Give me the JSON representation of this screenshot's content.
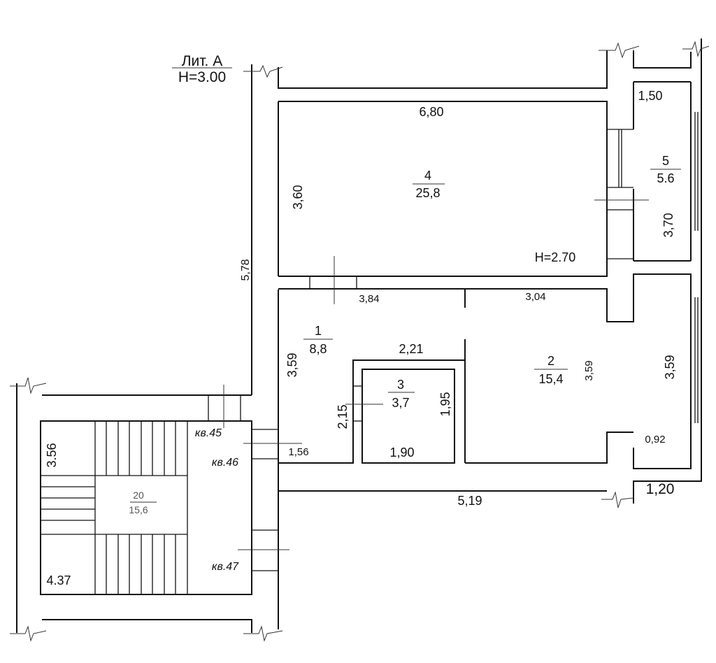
{
  "header": {
    "liter": "Лит. А",
    "height": "H=3.00"
  },
  "rooms": [
    {
      "id": "1",
      "area": "8,8"
    },
    {
      "id": "2",
      "area": "15,4"
    },
    {
      "id": "3",
      "area": "3,7"
    },
    {
      "id": "4",
      "area": "25,8"
    },
    {
      "id": "5",
      "area": "5.6"
    },
    {
      "id": "20",
      "area": "15,6"
    }
  ],
  "room_height": "H=2.70",
  "dimensions": {
    "d680": "6,80",
    "d150": "1,50",
    "d360": "3,60",
    "d370": "3,70",
    "d578": "5,78",
    "d384": "3,84",
    "d304": "3,04",
    "d359_left": "3,59",
    "d221": "2,21",
    "d359_mid": "3,59",
    "d359_right": "3,59",
    "d215": "2,15",
    "d195": "1,95",
    "d190": "1,90",
    "d156": "1,56",
    "d092": "0,92",
    "d120": "1,20",
    "d519": "5,19",
    "d356": "3.56",
    "d437": "4.37"
  },
  "apartments": {
    "kv45": "кв.45",
    "kv46": "кв.46",
    "kv47": "кв.47"
  }
}
